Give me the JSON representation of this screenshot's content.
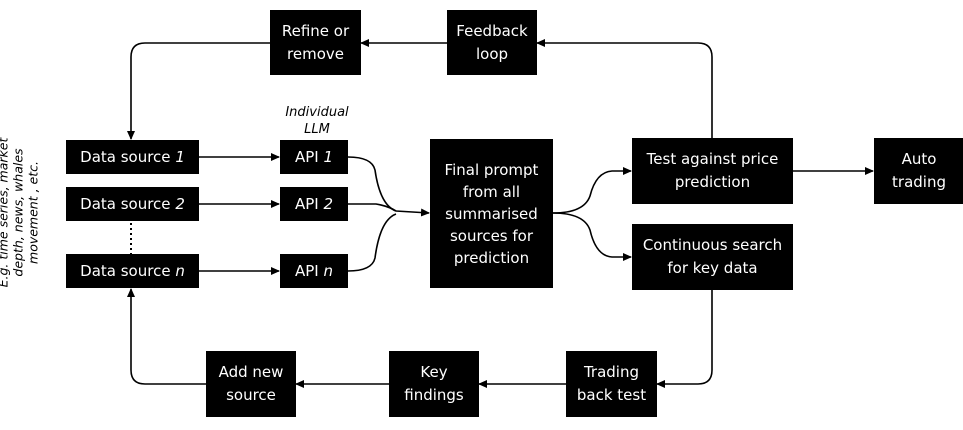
{
  "side_note": [
    "E.g. time series, market",
    "depth, news, whales",
    "movement , etc."
  ],
  "llm_caption": [
    "Individual",
    "LLM"
  ],
  "nodes": {
    "refine": [
      "Refine or",
      "remove"
    ],
    "feedback": [
      "Feedback",
      "loop"
    ],
    "ds1": {
      "text": "Data source ",
      "var": "1"
    },
    "ds2": {
      "text": "Data source ",
      "var": "2"
    },
    "dsn": {
      "text": "Data source ",
      "var": "n"
    },
    "api1": {
      "text": "API ",
      "var": "1"
    },
    "api2": {
      "text": "API ",
      "var": "2"
    },
    "apin": {
      "text": "API ",
      "var": "n"
    },
    "final": [
      "Final prompt",
      "from all",
      "summarised",
      "sources for",
      "prediction"
    ],
    "test": [
      "Test against price",
      "prediction"
    ],
    "auto": [
      "Auto",
      "trading"
    ],
    "search": [
      "Continuous search",
      "for key data"
    ],
    "trading": [
      "Trading",
      "back test"
    ],
    "findings": [
      "Key",
      "findings"
    ],
    "addnew": [
      "Add new",
      "source"
    ]
  },
  "colors": {
    "box": "#000000",
    "text": "#ffffff",
    "line": "#000000"
  }
}
